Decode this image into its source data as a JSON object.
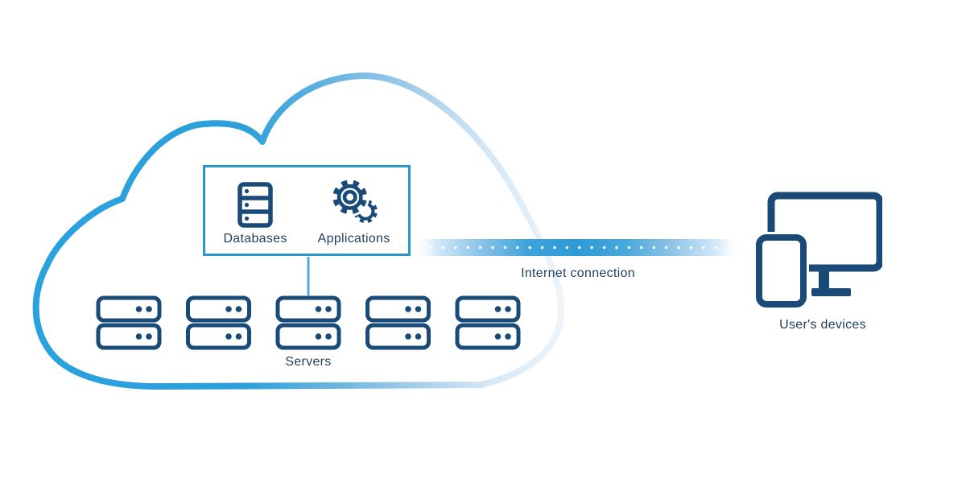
{
  "diagram": {
    "cloud_box": {
      "items": [
        {
          "label": "Databases",
          "icon": "database-icon"
        },
        {
          "label": "Applications",
          "icon": "gears-icon"
        }
      ]
    },
    "servers": {
      "label": "Servers",
      "group_count": 5,
      "units_per_group": 2
    },
    "connection": {
      "label": "Internet connection"
    },
    "devices": {
      "label": "User's devices",
      "icons": [
        "monitor-icon",
        "smartphone-icon"
      ]
    },
    "colors": {
      "cloud_gradient_start": "#2aa2df",
      "cloud_gradient_end": "#eef5fb",
      "box_border": "#2996c9",
      "icon_navy": "#1a4a78",
      "label_navy": "#1f3e5c",
      "band_blue": "#2d9ad6",
      "connector_blue": "#4fa9db"
    }
  }
}
